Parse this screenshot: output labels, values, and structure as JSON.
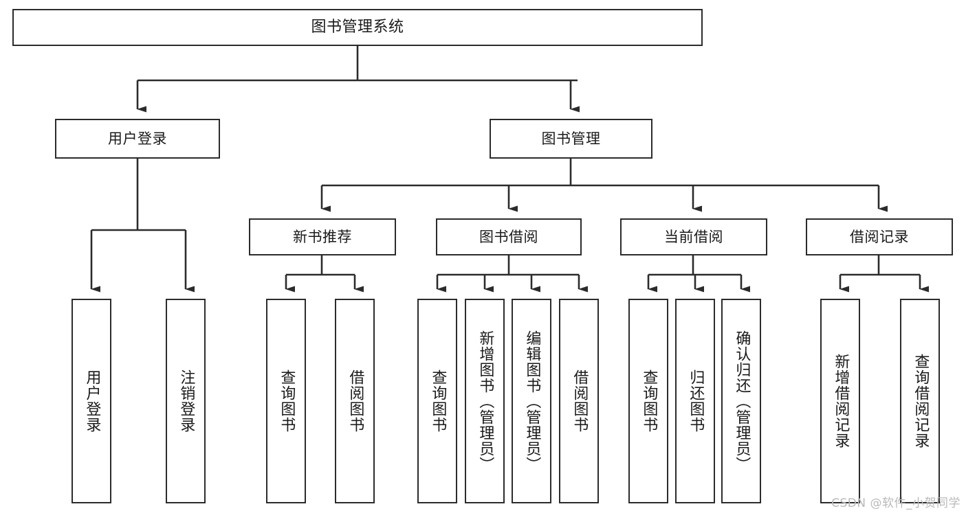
{
  "diagram": {
    "type": "tree-hierarchy",
    "title": "图书管理系统",
    "watermark": "CSDN @软件_小贺同学",
    "colors": {
      "box_border": "#2b2b2b",
      "box_fill": "#ffffff",
      "edge": "#2b2b2b",
      "text": "#1a1a1a",
      "watermark": "#b9b9b9",
      "background": "#ffffff"
    },
    "nodes": {
      "root": {
        "label": "图书管理系统",
        "level": 0,
        "orientation": "horizontal"
      },
      "user_login": {
        "label": "用户登录",
        "level": 1,
        "orientation": "horizontal"
      },
      "book_manage": {
        "label": "图书管理",
        "level": 1,
        "orientation": "horizontal"
      },
      "new_book_rec": {
        "label": "新书推荐",
        "level": 2,
        "orientation": "horizontal"
      },
      "book_borrow": {
        "label": "图书借阅",
        "level": 2,
        "orientation": "horizontal"
      },
      "current_borrow": {
        "label": "当前借阅",
        "level": 2,
        "orientation": "horizontal"
      },
      "borrow_record": {
        "label": "借阅记录",
        "level": 2,
        "orientation": "horizontal"
      },
      "leaf_user_login": {
        "label": "用户登录",
        "level": 2,
        "orientation": "vertical"
      },
      "leaf_logout": {
        "label": "注销登录",
        "level": 2,
        "orientation": "vertical"
      },
      "leaf_query_book_1": {
        "label": "查询图书",
        "level": 3,
        "orientation": "vertical"
      },
      "leaf_borrow_book_1": {
        "label": "借阅图书",
        "level": 3,
        "orientation": "vertical"
      },
      "leaf_query_book_2": {
        "label": "查询图书",
        "level": 3,
        "orientation": "vertical"
      },
      "leaf_add_book": {
        "label": "新增图书（管理员）",
        "level": 3,
        "orientation": "vertical"
      },
      "leaf_edit_book": {
        "label": "编辑图书（管理员）",
        "level": 3,
        "orientation": "vertical"
      },
      "leaf_borrow_book_2": {
        "label": "借阅图书",
        "level": 3,
        "orientation": "vertical"
      },
      "leaf_query_book_3": {
        "label": "查询图书",
        "level": 3,
        "orientation": "vertical"
      },
      "leaf_return_book": {
        "label": "归还图书",
        "level": 3,
        "orientation": "vertical"
      },
      "leaf_confirm_return": {
        "label": "确认归还（管理员）",
        "level": 3,
        "orientation": "vertical"
      },
      "leaf_add_record": {
        "label": "新增借阅记录",
        "level": 3,
        "orientation": "vertical"
      },
      "leaf_query_record": {
        "label": "查询借阅记录",
        "level": 3,
        "orientation": "vertical"
      }
    },
    "edges": [
      {
        "from": "root",
        "to": "user_login"
      },
      {
        "from": "root",
        "to": "book_manage"
      },
      {
        "from": "user_login",
        "to": "leaf_user_login"
      },
      {
        "from": "user_login",
        "to": "leaf_logout"
      },
      {
        "from": "book_manage",
        "to": "new_book_rec"
      },
      {
        "from": "book_manage",
        "to": "book_borrow"
      },
      {
        "from": "book_manage",
        "to": "current_borrow"
      },
      {
        "from": "book_manage",
        "to": "borrow_record"
      },
      {
        "from": "new_book_rec",
        "to": "leaf_query_book_1"
      },
      {
        "from": "new_book_rec",
        "to": "leaf_borrow_book_1"
      },
      {
        "from": "book_borrow",
        "to": "leaf_query_book_2"
      },
      {
        "from": "book_borrow",
        "to": "leaf_add_book"
      },
      {
        "from": "book_borrow",
        "to": "leaf_edit_book"
      },
      {
        "from": "book_borrow",
        "to": "leaf_borrow_book_2"
      },
      {
        "from": "current_borrow",
        "to": "leaf_query_book_3"
      },
      {
        "from": "current_borrow",
        "to": "leaf_return_book"
      },
      {
        "from": "current_borrow",
        "to": "leaf_confirm_return"
      },
      {
        "from": "borrow_record",
        "to": "leaf_add_record"
      },
      {
        "from": "borrow_record",
        "to": "leaf_query_record"
      }
    ]
  }
}
